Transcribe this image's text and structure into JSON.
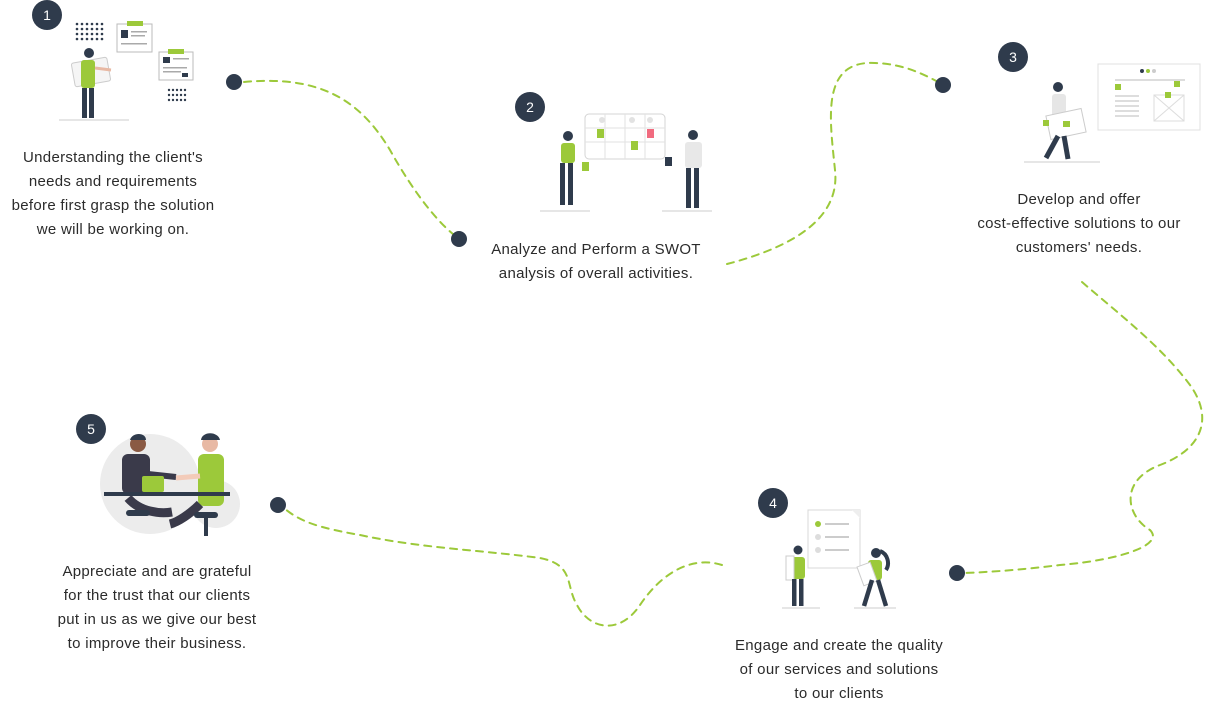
{
  "steps": [
    {
      "number": "1",
      "lines": [
        "Understanding the client's",
        "needs and requirements",
        "before first grasp the solution",
        "we will be working on."
      ]
    },
    {
      "number": "2",
      "lines": [
        "Analyze and Perform a SWOT",
        "analysis of overall activities."
      ]
    },
    {
      "number": "3",
      "lines": [
        "Develop and offer",
        "cost-effective solutions to our",
        "customers' needs."
      ]
    },
    {
      "number": "4",
      "lines": [
        "Engage and create the quality",
        "of our services and solutions",
        "to our clients"
      ]
    },
    {
      "number": "5",
      "lines": [
        "Appreciate and are grateful",
        "for the trust that our clients",
        "put in us as we give our best",
        "to improve their business."
      ]
    }
  ],
  "colors": {
    "accent": "#9cc93a",
    "badge": "#2f3b4c",
    "dashed_path": "#9cc93a",
    "highlight_red": "#f16b7f"
  },
  "illustrations": [
    "person-with-document-cards-illustration",
    "two-people-at-schedule-board-illustration",
    "person-with-web-wireframe-illustration",
    "two-people-with-checklist-illustration",
    "handshake-at-desk-illustration"
  ]
}
